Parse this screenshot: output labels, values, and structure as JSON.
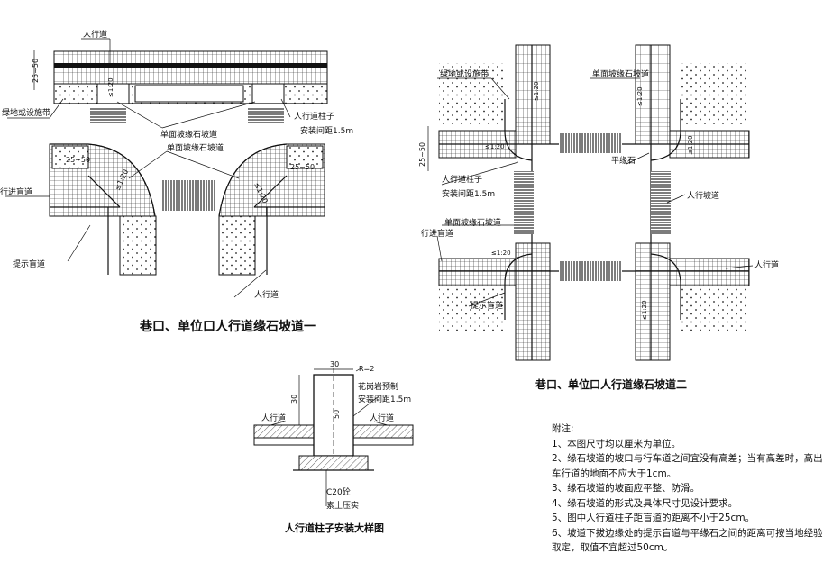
{
  "diagram_one": {
    "title": "巷口、单位口人行道缘石坡道一",
    "labels": {
      "sidewalk_top": "人行道",
      "dim_25_50": "25~50",
      "green_belt": "绿地或设施带",
      "single_ramp": "单面坡缘石坡道",
      "single_ramp_2": "单面坡缘石坡道",
      "bollard": "人行道柱子",
      "bollard_spacing": "安装间距1.5m",
      "tactile_guide": "行进盲道",
      "warning_tactile": "提示盲道",
      "sidewalk_bottom": "人行道",
      "dim_left": "25~50",
      "dim_right": "25~50",
      "slope_left": "≤1:20",
      "slope_right": "≤1:20",
      "slope_top": "≤1:20"
    }
  },
  "diagram_two": {
    "title": "巷口、单位口人行道缘石坡道二",
    "labels": {
      "green_belt": "绿地或设施带",
      "single_ramp_top": "单面坡缘石坡道",
      "dim_25_50": "25~50",
      "bollard": "人行道柱子",
      "bollard_spacing": "安装间距1.5m",
      "flat_curb": "平缘石",
      "sidewalk_mid": "人行坡道",
      "single_ramp_mid": "单面坡缘石坡道",
      "tactile_guide": "行进盲道",
      "warning_tactile": "提示盲道",
      "sidewalk_right": "人行道",
      "slope_1": "≤1:20",
      "slope_2": "≤1:20",
      "slope_3": "≤1:20",
      "slope_4": "≤1:20",
      "slope_5": "≤1:20",
      "slope_6": "≤1:20"
    }
  },
  "detail": {
    "title": "人行道柱子安装大样图",
    "labels": {
      "dim_30": "30",
      "dim_r": "R=2",
      "material": "花岗岩预制",
      "spacing": "安装间距1.5m",
      "sidewalk_left": "人行道",
      "sidewalk_right": "人行道",
      "dim_height": "30",
      "dim_inner": "50",
      "concrete": "C20砼",
      "soil": "素土压实"
    }
  },
  "notes": {
    "heading": "附注:",
    "lines": [
      "1、本图尺寸均以厘米为单位。",
      "2、缘石坡道的坡口与行车道之间宜没有高差；当有高差时，高出",
      "车行道的地面不应大于1cm。",
      "3、缘石坡道的坡面应平整、防滑。",
      "4、缘石坡道的形式及具体尺寸见设计要求。",
      "5、图中人行道柱子距盲道的距离不小于25cm。",
      "6、坡道下拔边缘处的提示盲道与平缘石之间的距离可按当地经验",
      "取定，取值不宜超过50cm。"
    ]
  }
}
